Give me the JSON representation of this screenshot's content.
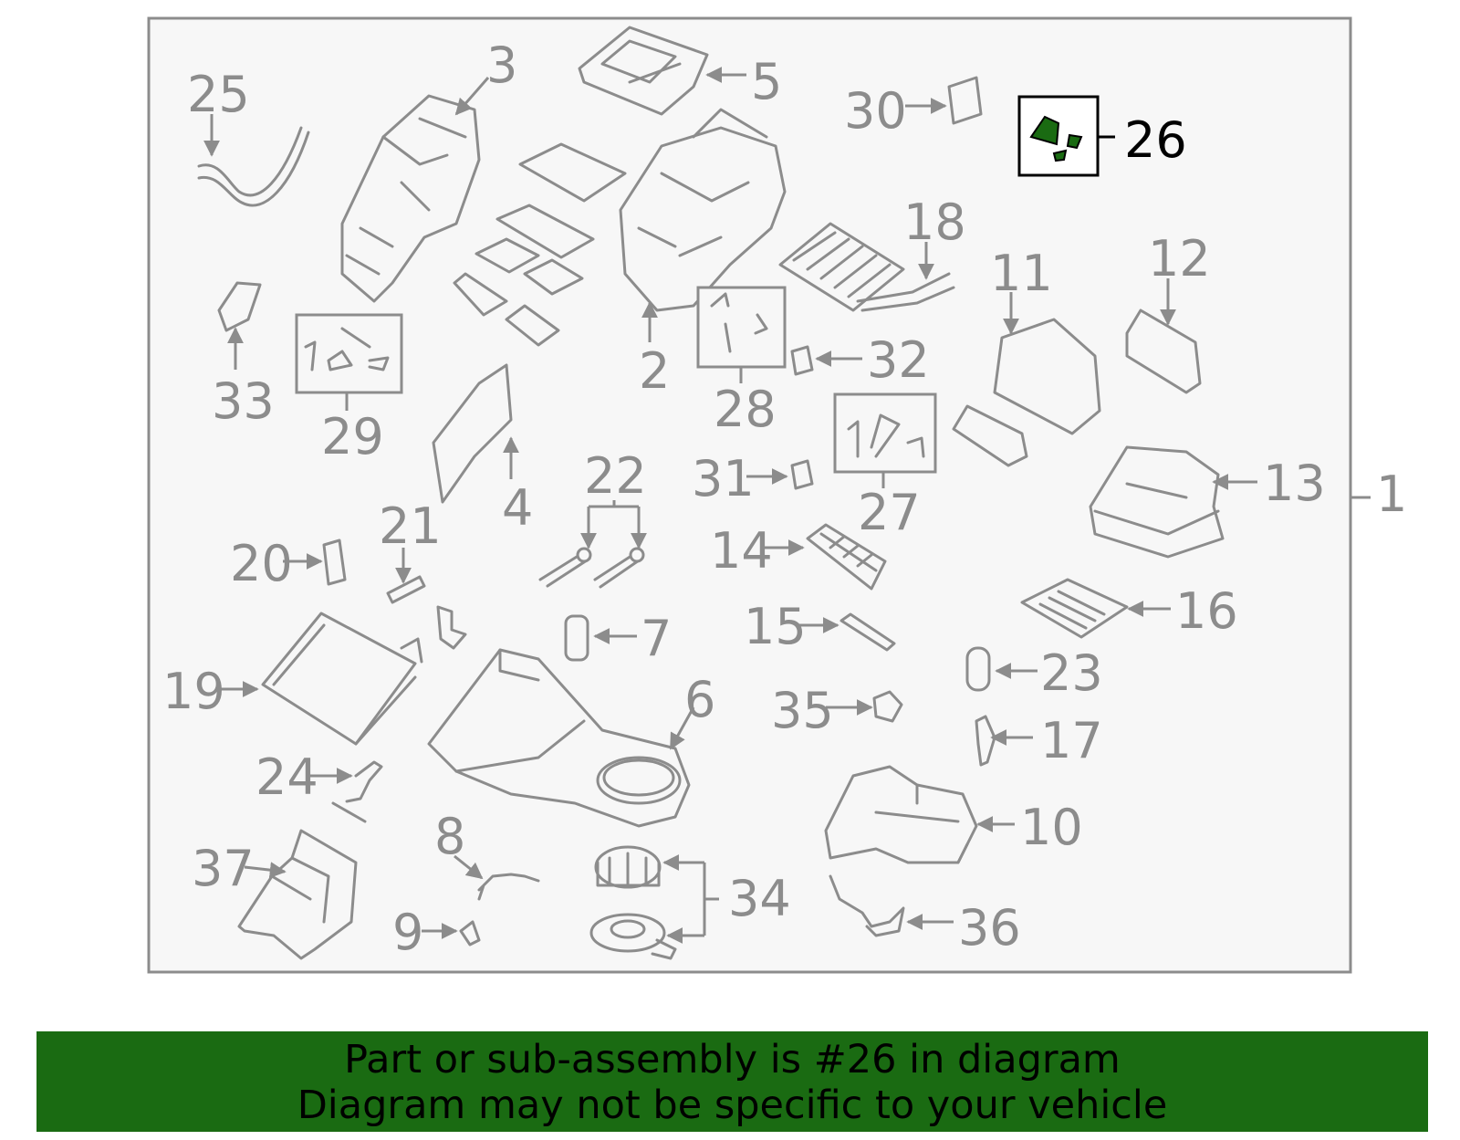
{
  "colors": {
    "banner_bg": "#1a6b12",
    "part_stroke": "#8c8c8c",
    "frame_bg": "#f7f7f7",
    "highlight_part": "#1a6b12"
  },
  "callouts": {
    "c1": "1",
    "c2": "2",
    "c3": "3",
    "c4": "4",
    "c5": "5",
    "c6": "6",
    "c7": "7",
    "c8": "8",
    "c9": "9",
    "c10": "10",
    "c11": "11",
    "c12": "12",
    "c13": "13",
    "c14": "14",
    "c15": "15",
    "c16": "16",
    "c17": "17",
    "c18": "18",
    "c19": "19",
    "c20": "20",
    "c21": "21",
    "c22": "22",
    "c23": "23",
    "c24": "24",
    "c25": "25",
    "c26": "26",
    "c27": "27",
    "c28": "28",
    "c29": "29",
    "c30": "30",
    "c31": "31",
    "c32": "32",
    "c33": "33",
    "c34": "34",
    "c35": "35",
    "c36": "36",
    "c37": "37"
  },
  "banner": {
    "line1": "Part or sub-assembly is #26 in diagram",
    "line2": "Diagram may not be specific to your vehicle"
  }
}
